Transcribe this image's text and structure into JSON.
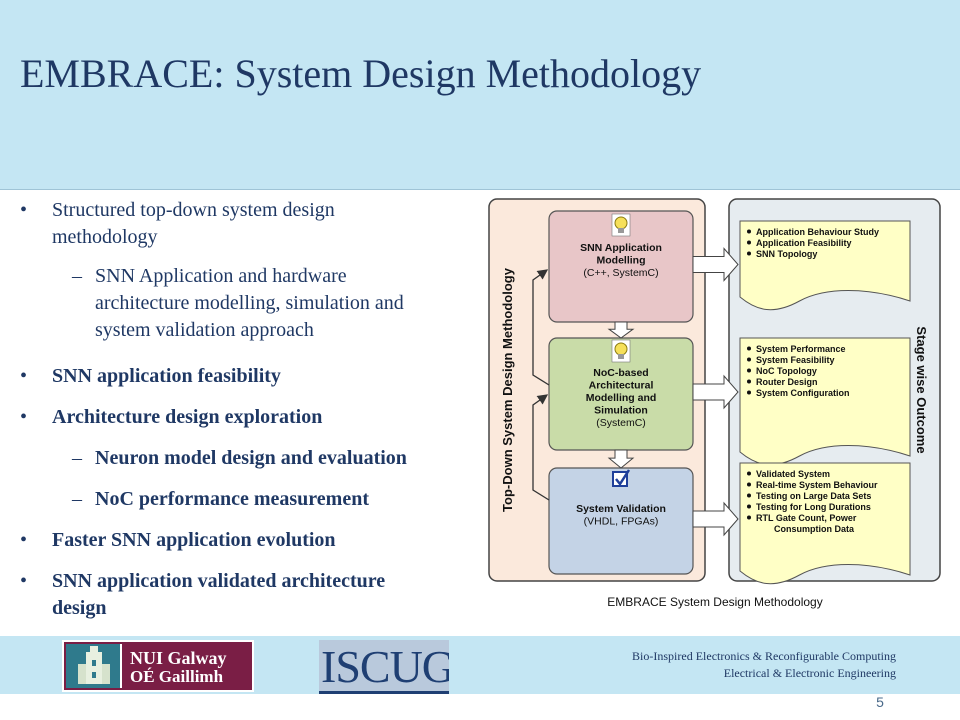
{
  "slide": {
    "title": "EMBRACE: System Design Methodology",
    "page_number": "5"
  },
  "bullets": [
    {
      "level": 1,
      "bold": false,
      "lines": [
        "Structured top-down system design",
        "methodology"
      ]
    },
    {
      "level": 2,
      "bold": false,
      "lines": [
        "SNN Application and hardware",
        "architecture modelling, simulation and",
        "system validation approach"
      ]
    },
    {
      "level": 1,
      "bold": true,
      "lines": [
        "SNN application feasibility"
      ]
    },
    {
      "level": 1,
      "bold": true,
      "lines": [
        "Architecture design exploration"
      ]
    },
    {
      "level": 2,
      "bold": true,
      "lines": [
        "Neuron model design and evaluation"
      ]
    },
    {
      "level": 2,
      "bold": true,
      "lines": [
        "NoC performance measurement"
      ]
    },
    {
      "level": 1,
      "bold": true,
      "lines": [
        "Faster SNN application evolution"
      ]
    },
    {
      "level": 1,
      "bold": true,
      "lines": [
        "SNN application validated architecture",
        "design"
      ]
    }
  ],
  "diagram": {
    "left_label": "Top-Down System Design Methodology",
    "right_label": "Stage wise Outcome",
    "caption": "EMBRACE System Design Methodology",
    "stages": [
      {
        "icon": "lightbulb-icon",
        "fill": "#e8c6c8",
        "title": [
          "SNN Application",
          "Modelling"
        ],
        "sub": [
          "(C++, SystemC)"
        ],
        "outcomes": [
          "Application Behaviour Study",
          "Application Feasibility",
          "SNN Topology"
        ]
      },
      {
        "icon": "lightbulb-icon",
        "fill": "#c9dca8",
        "title": [
          "NoC-based",
          "Architectural",
          "Modelling and",
          "Simulation"
        ],
        "sub": [
          "(SystemC)"
        ],
        "outcomes": [
          "System Performance",
          "System Feasibility",
          "NoC Topology",
          "Router Design",
          "System Configuration"
        ]
      },
      {
        "icon": "checkbox-icon",
        "fill": "#c4d3e6",
        "title": [
          "System Validation"
        ],
        "sub": [
          "(VHDL, FPGAs)"
        ],
        "outcomes": [
          "Validated System",
          "Real-time System Behaviour",
          "Testing on Large Data Sets",
          "Testing for Long Durations",
          "RTL Gate Count, Power",
          "    Consumption Data"
        ]
      }
    ]
  },
  "footer": {
    "logo1_line1": "NUI Galway",
    "logo1_line2": "OÉ Gaillimh",
    "logo2": "ISCUG",
    "line1": "Bio-Inspired Electronics & Reconfigurable Computing",
    "line2": "Electrical & Electronic Engineering"
  },
  "colors": {
    "header_bg": "#c4e6f3",
    "title_text": "#1f3864",
    "left_panel": "#fbe9dc",
    "right_panel": "#e6ecf0",
    "outcome_fill": "#ffffc6"
  }
}
